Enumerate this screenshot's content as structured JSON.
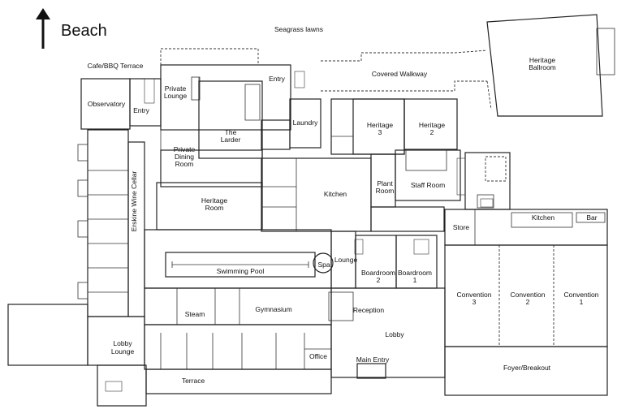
{
  "compass": {
    "label": "Beach",
    "icon": "north-arrow-icon"
  },
  "rooms": {
    "seagrass": "Seagrass lawns",
    "cafe": "Cafe/BBQ Terrace",
    "observatory": "Observatory",
    "entry_left": "Entry",
    "private_lounge_1": "Private",
    "private_lounge_2": "Lounge",
    "entry_top": "Entry",
    "covered_walkway": "Covered Walkway",
    "ballroom_1": "Heritage",
    "ballroom_2": "Ballroom",
    "laundry": "Laundry",
    "larder_1": "The",
    "larder_2": "Larder",
    "heritage3_1": "Heritage",
    "heritage3_2": "3",
    "heritage2_1": "Heritage",
    "heritage2_2": "2",
    "pdr_1": "Private",
    "pdr_2": "Dining",
    "pdr_3": "Room",
    "wine_cellar": "Erskine Wine Cellar",
    "heritage_room_1": "Heritage",
    "heritage_room_2": "Room",
    "kitchen_main": "Kitchen",
    "plant_1": "Plant",
    "plant_2": "Room",
    "staff_room": "Staff Room",
    "store": "Store",
    "kitchen_right": "Kitchen",
    "bar": "Bar",
    "swimming_pool": "Swimming Pool",
    "spa": "Spa",
    "lounge": "Lounge",
    "boardroom2_1": "Boardroom",
    "boardroom2_2": "2",
    "boardroom1_1": "Boardroom",
    "boardroom1_2": "1",
    "conv3_1": "Convention",
    "conv3_2": "3",
    "conv2_1": "Convention",
    "conv2_2": "2",
    "conv1_1": "Convention",
    "conv1_2": "1",
    "steam": "Steam",
    "gymnasium": "Gymnasium",
    "reception": "Reception",
    "lobby": "Lobby",
    "lobby_lounge_1": "Lobby",
    "lobby_lounge_2": "Lounge",
    "office": "Office",
    "main_entry": "Main Entry",
    "foyer": "Foyer/Breakout",
    "terrace": "Terrace"
  }
}
